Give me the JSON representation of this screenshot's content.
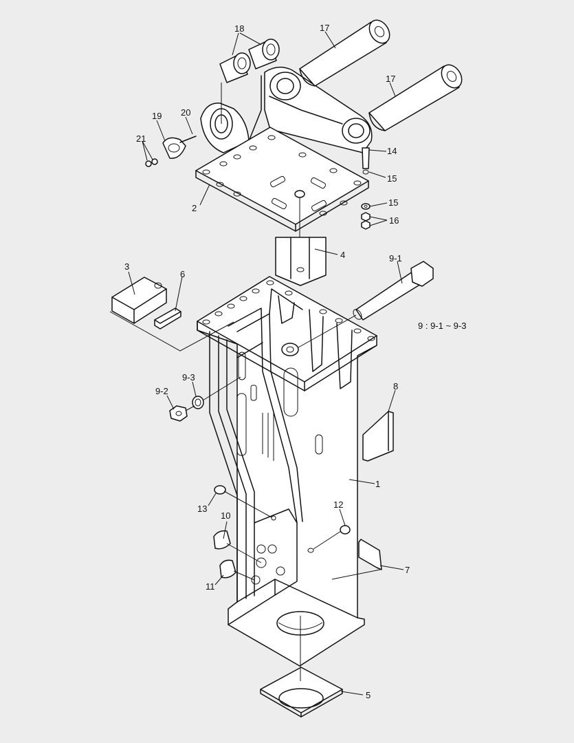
{
  "callouts": {
    "c1": "1",
    "c2": "2",
    "c3": "3",
    "c4": "4",
    "c5": "5",
    "c6": "6",
    "c7": "7",
    "c8": "8",
    "c9_1": "9-1",
    "c9_2": "9-2",
    "c9_3": "9-3",
    "c10": "10",
    "c11": "11",
    "c12": "12",
    "c13": "13",
    "c14": "14",
    "c15a": "15",
    "c15b": "15",
    "c16": "16",
    "c17a": "17",
    "c17b": "17",
    "c18": "18",
    "c19": "19",
    "c20": "20",
    "c21": "21"
  },
  "note": "9 : 9-1 ~ 9-3",
  "colors": {
    "background": "#ededed",
    "line": "#111111",
    "part_fill": "#ffffff"
  }
}
